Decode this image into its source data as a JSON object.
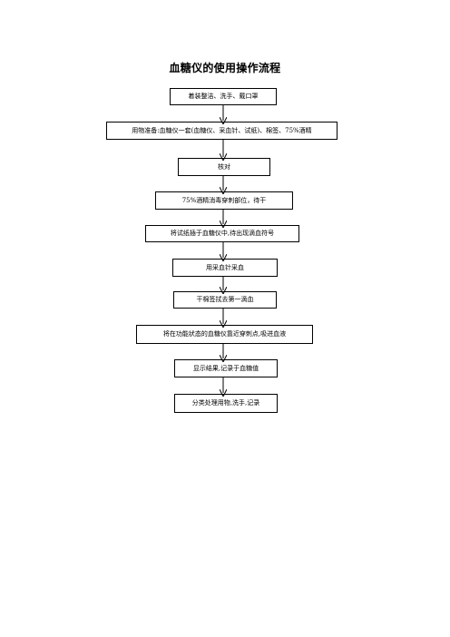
{
  "title": "血糖仪的使用操作流程",
  "steps": [
    "着装整洁、洗手、戴口罩",
    "用物准备:血糖仪一套(血糖仪、采血针、试纸)、棉签、75%酒精",
    "核对",
    "75%酒精消毒穿刺部位，待干",
    "将试纸插于血糖仪中,待出现滴血符号",
    "用采血针采血",
    "干棉签拭去第一滴血",
    "将在功能状态的血糖仪靠近穿刺点,吸进血液",
    "显示结果,记录于血糖值",
    "分类处理用物,洗手,记录"
  ]
}
